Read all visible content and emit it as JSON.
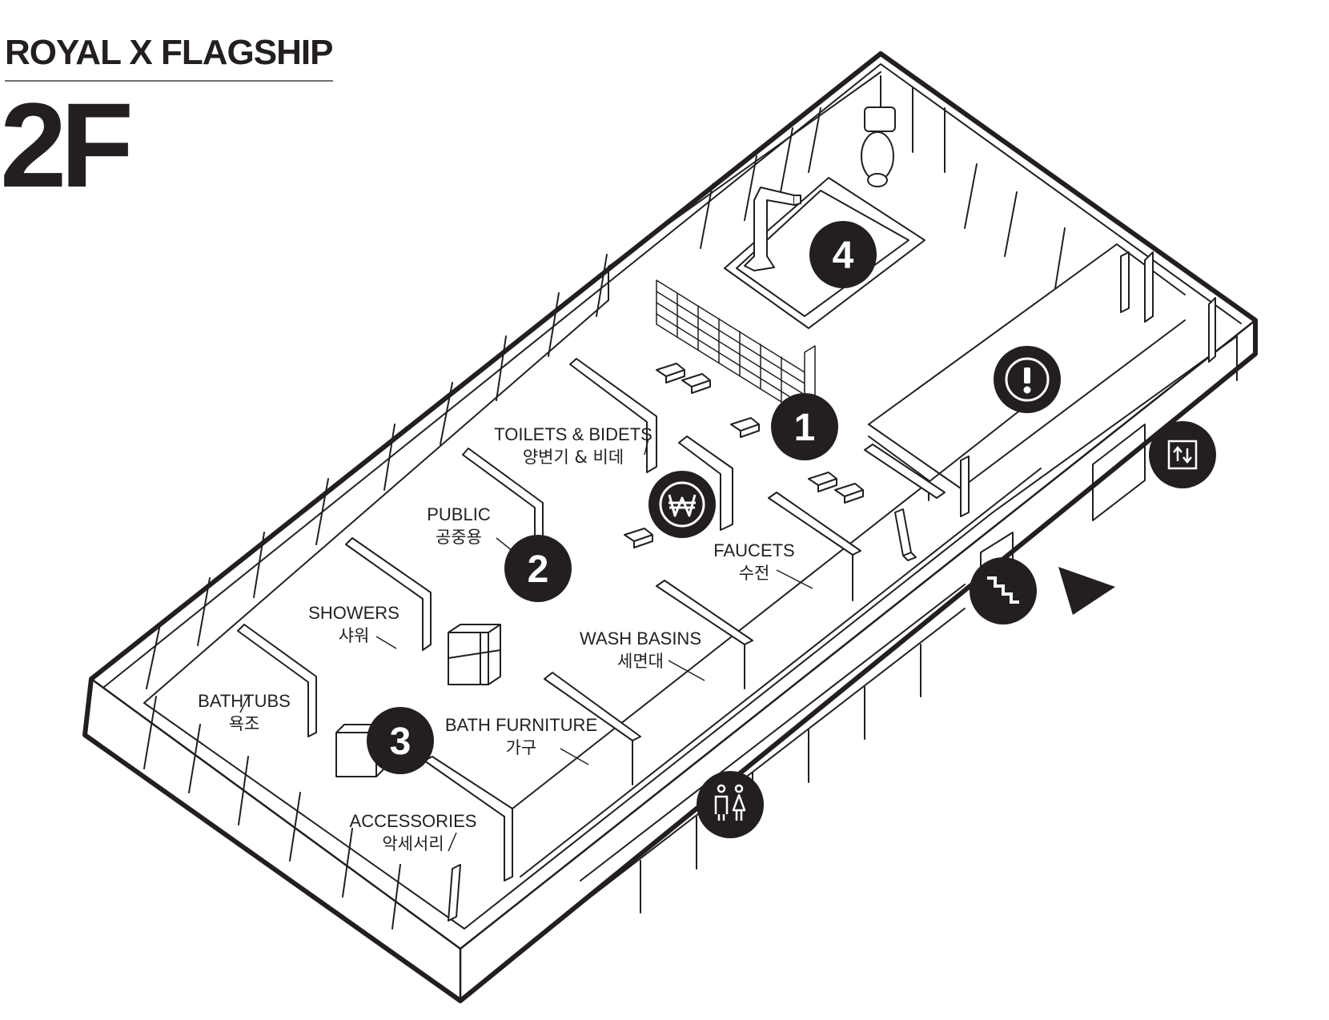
{
  "header": {
    "brand": "ROYAL X FLAGSHIP",
    "floor": "2F"
  },
  "zones": [
    {
      "number": "1"
    },
    {
      "number": "2"
    },
    {
      "number": "3"
    },
    {
      "number": "4"
    }
  ],
  "labels": {
    "toilets": {
      "en": "TOILETS & BIDETS",
      "ko": "양변기 & 비데"
    },
    "public": {
      "en": "PUBLIC",
      "ko": "공중용"
    },
    "showers": {
      "en": "SHOWERS",
      "ko": "샤워"
    },
    "faucets": {
      "en": "FAUCETS",
      "ko": "수전"
    },
    "wash_basins": {
      "en": "WASH BASINS",
      "ko": "세면대"
    },
    "bathtubs": {
      "en": "BATHTUBS",
      "ko": "욕조"
    },
    "bath_furniture": {
      "en": "BATH FURNITURE",
      "ko": "가구"
    },
    "accessories": {
      "en": "ACCESSORIES",
      "ko": "악세서리"
    }
  },
  "icons": {
    "cashier": "won-icon",
    "info": "exclamation-icon",
    "elevator": "elevator-icon",
    "stairs": "stairs-icon",
    "restroom": "restroom-icon",
    "entrance": "entrance-arrow-icon"
  },
  "colors": {
    "ink": "#231f20",
    "badge": "#231f20",
    "paper": "#ffffff"
  }
}
